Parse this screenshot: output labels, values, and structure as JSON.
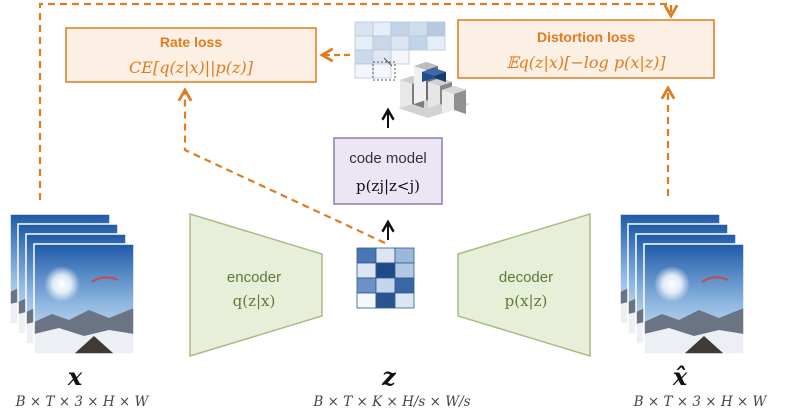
{
  "rate_loss": {
    "title": "Rate loss",
    "formula": "CE[q(z|x)||p(z)]"
  },
  "distortion_loss": {
    "title": "Distortion loss",
    "formula": "𝔼q(z|x)[−log p(x|z)]"
  },
  "encoder": {
    "label": "encoder",
    "formula": "q(z|x)"
  },
  "decoder": {
    "label": "decoder",
    "formula": "p(x|z)"
  },
  "code_model": {
    "label": "code model",
    "formula": "p(zj|z<j)"
  },
  "variables": {
    "input": "x",
    "latent": "z",
    "output": "x̂"
  },
  "shapes": {
    "input": "B × T × 3 × H × W",
    "latent": "B × T × K × H/s × W/s",
    "output": "B × T × 3 × H × W"
  },
  "colors": {
    "loss_orange": "#e07b1f",
    "loss_box_fill": "#fcefe3",
    "encoder_fill": "#e8efd8",
    "encoder_stroke": "#a9bb86",
    "code_model_fill": "#ece6f4",
    "code_model_stroke": "#8f7bb3",
    "latent_dark": "#2e5a94",
    "latent_light": "#dce6f3"
  }
}
